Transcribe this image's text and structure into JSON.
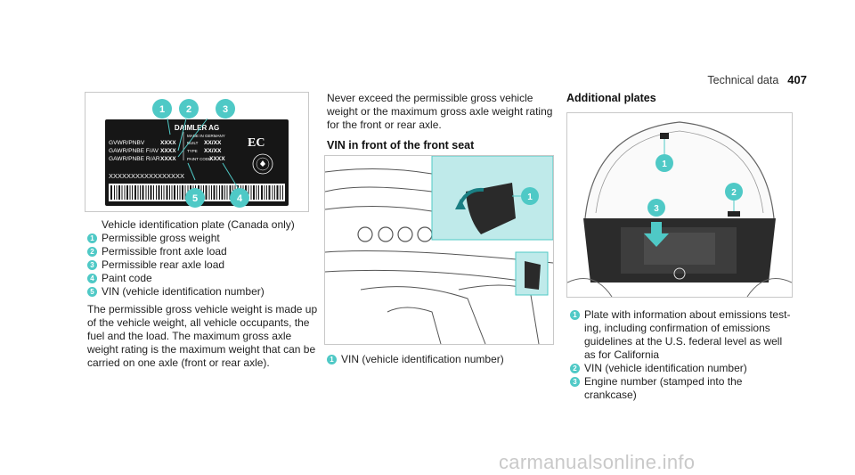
{
  "header": {
    "section": "Technical data",
    "page_number": "407"
  },
  "plate_figure": {
    "brand": "DAIMLER AG",
    "made_in": "MADE IN GERMANY",
    "rows": [
      {
        "label": "GVWR/PNBV",
        "value": "XXXX",
        "field": "BUILT",
        "field_value": "XX/XX"
      },
      {
        "label": "GAWR/PNBE F/AV",
        "value": "XXXX",
        "field": "TYPE",
        "field_value": "XX/XX"
      },
      {
        "label": "GAWR/PNBE R/AR",
        "value": "XXXX",
        "field": "PAINT CODE",
        "field_value": "XXXX"
      }
    ],
    "vin": "XXXXXXXXXXXXXXXXX",
    "ec_mark": "EC",
    "callouts": [
      "1",
      "2",
      "3",
      "4",
      "5"
    ]
  },
  "plate_caption": "Vehicle identification plate (Canada only)",
  "plate_legend": [
    {
      "n": "1",
      "text": "Permissible gross weight"
    },
    {
      "n": "2",
      "text": "Permissible front axle load"
    },
    {
      "n": "3",
      "text": "Permissible rear axle load"
    },
    {
      "n": "4",
      "text": "Paint code"
    },
    {
      "n": "5",
      "text": "VIN (vehicle identification number)"
    }
  ],
  "weight_paragraph": "The permissible gross vehicle weight is made up of the vehicle weight, all vehicle occupants, the fuel and the load. The maximum gross axle weight rating is the maximum weight that can be carried on one axle (front or rear axle).",
  "axle_paragraph": "Never exceed the permissible gross vehicle weight or the maximum gross axle weight rating for the front or rear axle.",
  "vin_heading": "VIN in front of the front seat",
  "vin_legend": [
    {
      "n": "1",
      "text": "VIN (vehicle identification number)"
    }
  ],
  "plates_heading": "Additional plates",
  "plates_legend": [
    {
      "n": "1",
      "text": "Plate with information about emissions test-ing, including confirmation of emissions guidelines at the U.S. federal level as well as for California"
    },
    {
      "n": "2",
      "text": "VIN (vehicle identification number)"
    },
    {
      "n": "3",
      "text": "Engine number (stamped into the crankcase)"
    }
  ],
  "watermark": "carmanualsonline.info",
  "colors": {
    "accent": "#4fc9c6",
    "highlight_panel": "#bfeaea",
    "plate_bg": "#161616"
  }
}
